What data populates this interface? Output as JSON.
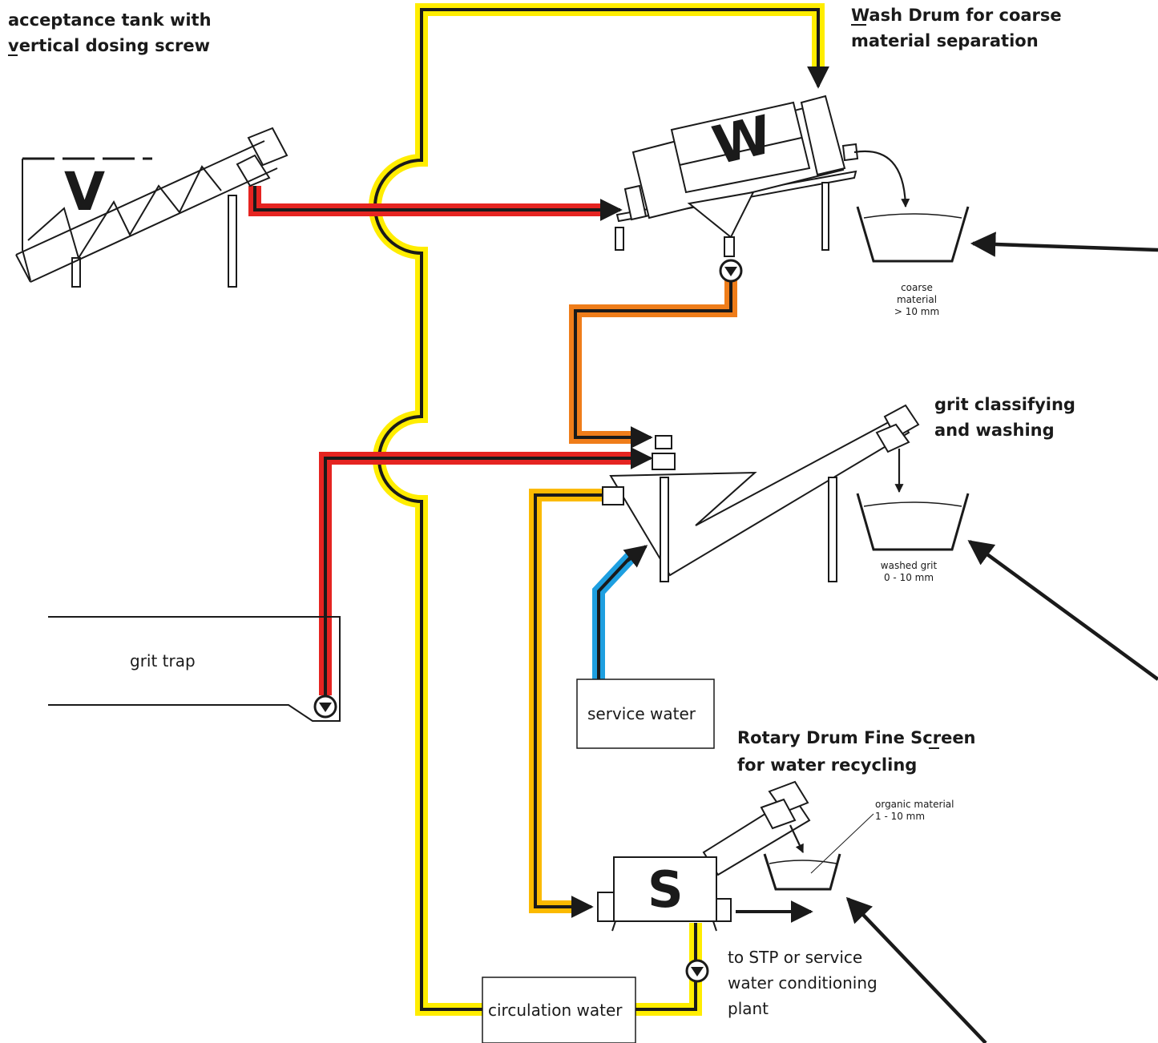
{
  "labels": {
    "acceptance_tank_line1": "acceptance tank with",
    "acceptance_tank_line2": "vertical dosing screw",
    "wash_drum_line1": "Wash Drum for coarse",
    "wash_drum_line2": "material separation",
    "grit_classifying_line1": "grit classifying",
    "grit_classifying_line2": "and washing",
    "rotary_screen_line1": "Rotary Drum Fine Screen",
    "rotary_screen_line2": "for water recycling",
    "grit_trap": "grit trap",
    "service_water": "service water",
    "circulation_water": "circulation water",
    "to_stp_line1": "to STP or service",
    "to_stp_line2": "water conditioning",
    "to_stp_line3": "plant",
    "coarse_line1": "coarse",
    "coarse_line2": "material",
    "coarse_line3": "> 10 mm",
    "washed_grit_line1": "washed grit",
    "washed_grit_line2": "0 - 10 mm",
    "organic_line1": "organic material",
    "organic_line2": "1 - 10 mm"
  },
  "machine_letters": {
    "v": "V",
    "w": "W",
    "s": "S"
  },
  "colors": {
    "feed_red": "#e52421",
    "overflow_yellow": "#ffed00",
    "orange": "#ef7d1a",
    "amber": "#fbba00",
    "service_blue": "#1e9fe0",
    "line_black": "#1a1a1a"
  }
}
